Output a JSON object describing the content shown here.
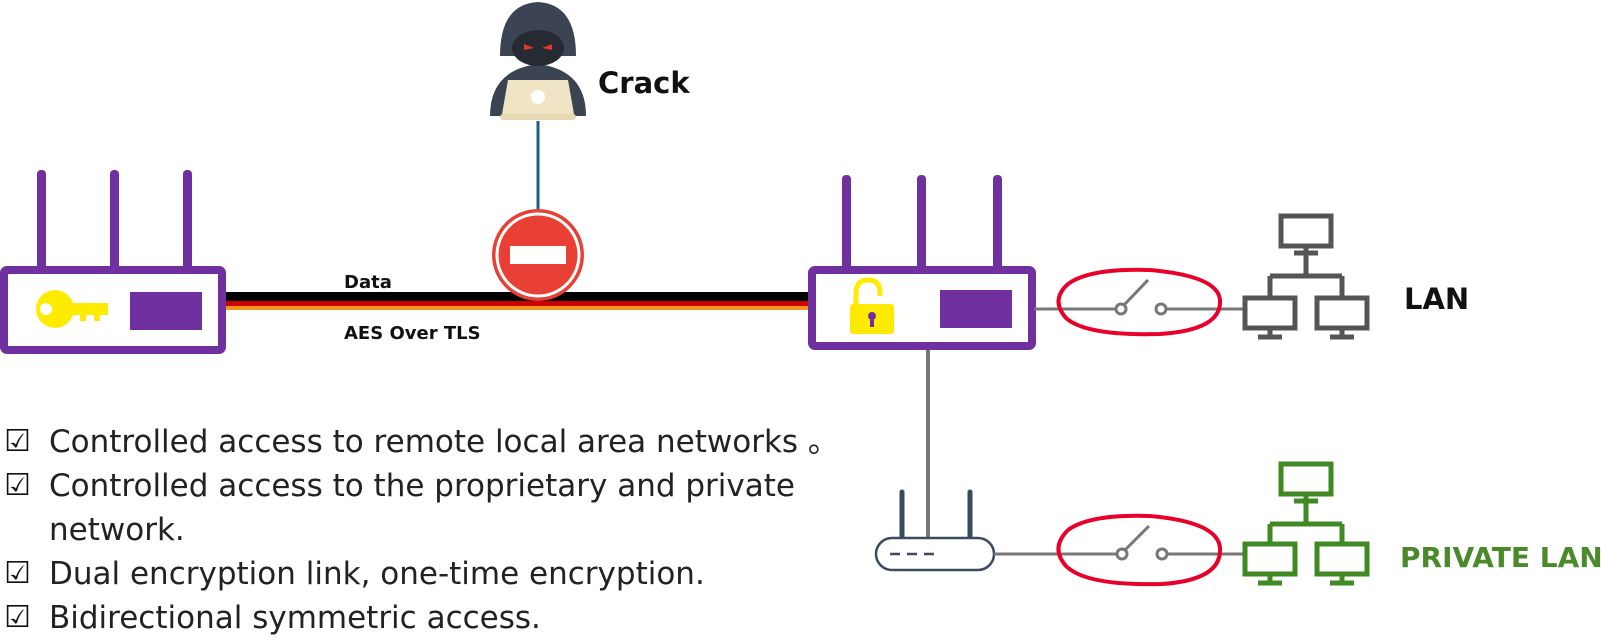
{
  "attacker": {
    "label": "Crack"
  },
  "link": {
    "top_label": "Data",
    "bottom_label": "AES Over TLS"
  },
  "networks": {
    "lan_label": "LAN",
    "private_lan_label": "PRIVATE LAN"
  },
  "features": {
    "checkbox_glyph": "☑",
    "items": [
      "Controlled access to remote local area networks 。",
      "Controlled access to the proprietary and private network.",
      "Dual encryption link, one-time encryption.",
      "Bidirectional symmetric access."
    ]
  },
  "colors": {
    "router": "#7030a0",
    "key": "#ffeb00",
    "block_sign": "#e84034",
    "switch_circle": "#e8002a",
    "lan_computers": "#555555",
    "private_computers": "#3f8a22",
    "cable_black": "#000000",
    "cable_red": "#cc0000",
    "cable_orange": "#f79420",
    "attacker": "#3c4353"
  }
}
